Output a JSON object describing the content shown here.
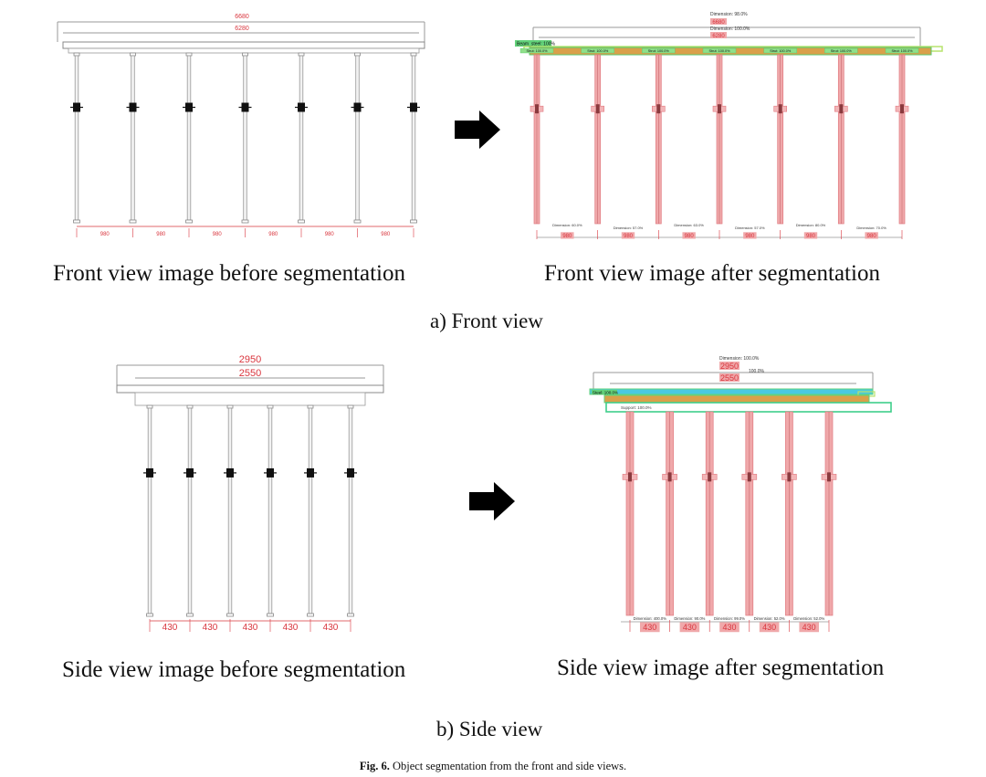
{
  "front": {
    "before": {
      "dim_outer": "6680",
      "dim_inner": "6280",
      "spacings": [
        "980",
        "980",
        "980",
        "980",
        "980",
        "980"
      ],
      "caption": "Front view image before segmentation"
    },
    "after": {
      "dim_outer": "6680",
      "dim_inner": "6280",
      "dim_outer_tag": "Dimension: 98.0%",
      "dim_inner_tag": "Dimension: 100.0%",
      "beam_tag": "Beam_steel: 100%",
      "pole_tag": "Strut: 100.0%",
      "bottom_tags": [
        "Dimension: 60.0%",
        "Dimension: 57.0%",
        "Dimension: 63.0%",
        "Dimension: 57.0%",
        "Dimension: 80.0%",
        "Dimension: 70.0%"
      ],
      "spacings": [
        "980",
        "980",
        "980",
        "980",
        "980",
        "980"
      ],
      "caption": "Front view image after segmentation"
    },
    "label": "a) Front view"
  },
  "side": {
    "before": {
      "dim_outer": "2950",
      "dim_inner": "2550",
      "spacings": [
        "430",
        "430",
        "430",
        "430",
        "430"
      ],
      "caption": "Side view image before segmentation"
    },
    "after": {
      "dim_outer": "2950",
      "dim_inner": "2550",
      "dim_outer_tag": "Dimension: 100.0%",
      "dim_inner_tag": "100.0%",
      "beam_tag": "Steel: 100.0%",
      "support_tag": "Support: 100.0%",
      "bottom_tags": [
        "Dimension: 400.0%",
        "Dimension: 90.0%",
        "Dimension: 99.0%",
        "Dimension: 52.0%",
        "Dimension: 52.0%"
      ],
      "spacings": [
        "430",
        "430",
        "430",
        "430",
        "430"
      ],
      "caption": "Side view image after segmentation"
    },
    "label": "b) Side view"
  },
  "figure_caption": {
    "number": "Fig. 6.",
    "text": "Object segmentation from the front and side views."
  },
  "colors": {
    "pole_grey": "#b9b9b9",
    "dim_red": "#d9363e",
    "seg_pink": "#f0a8aa",
    "seg_green": "#62d27a",
    "seg_cyan": "#49c9e0",
    "seg_orange": "#e6a23a",
    "arrow": "#000000"
  }
}
